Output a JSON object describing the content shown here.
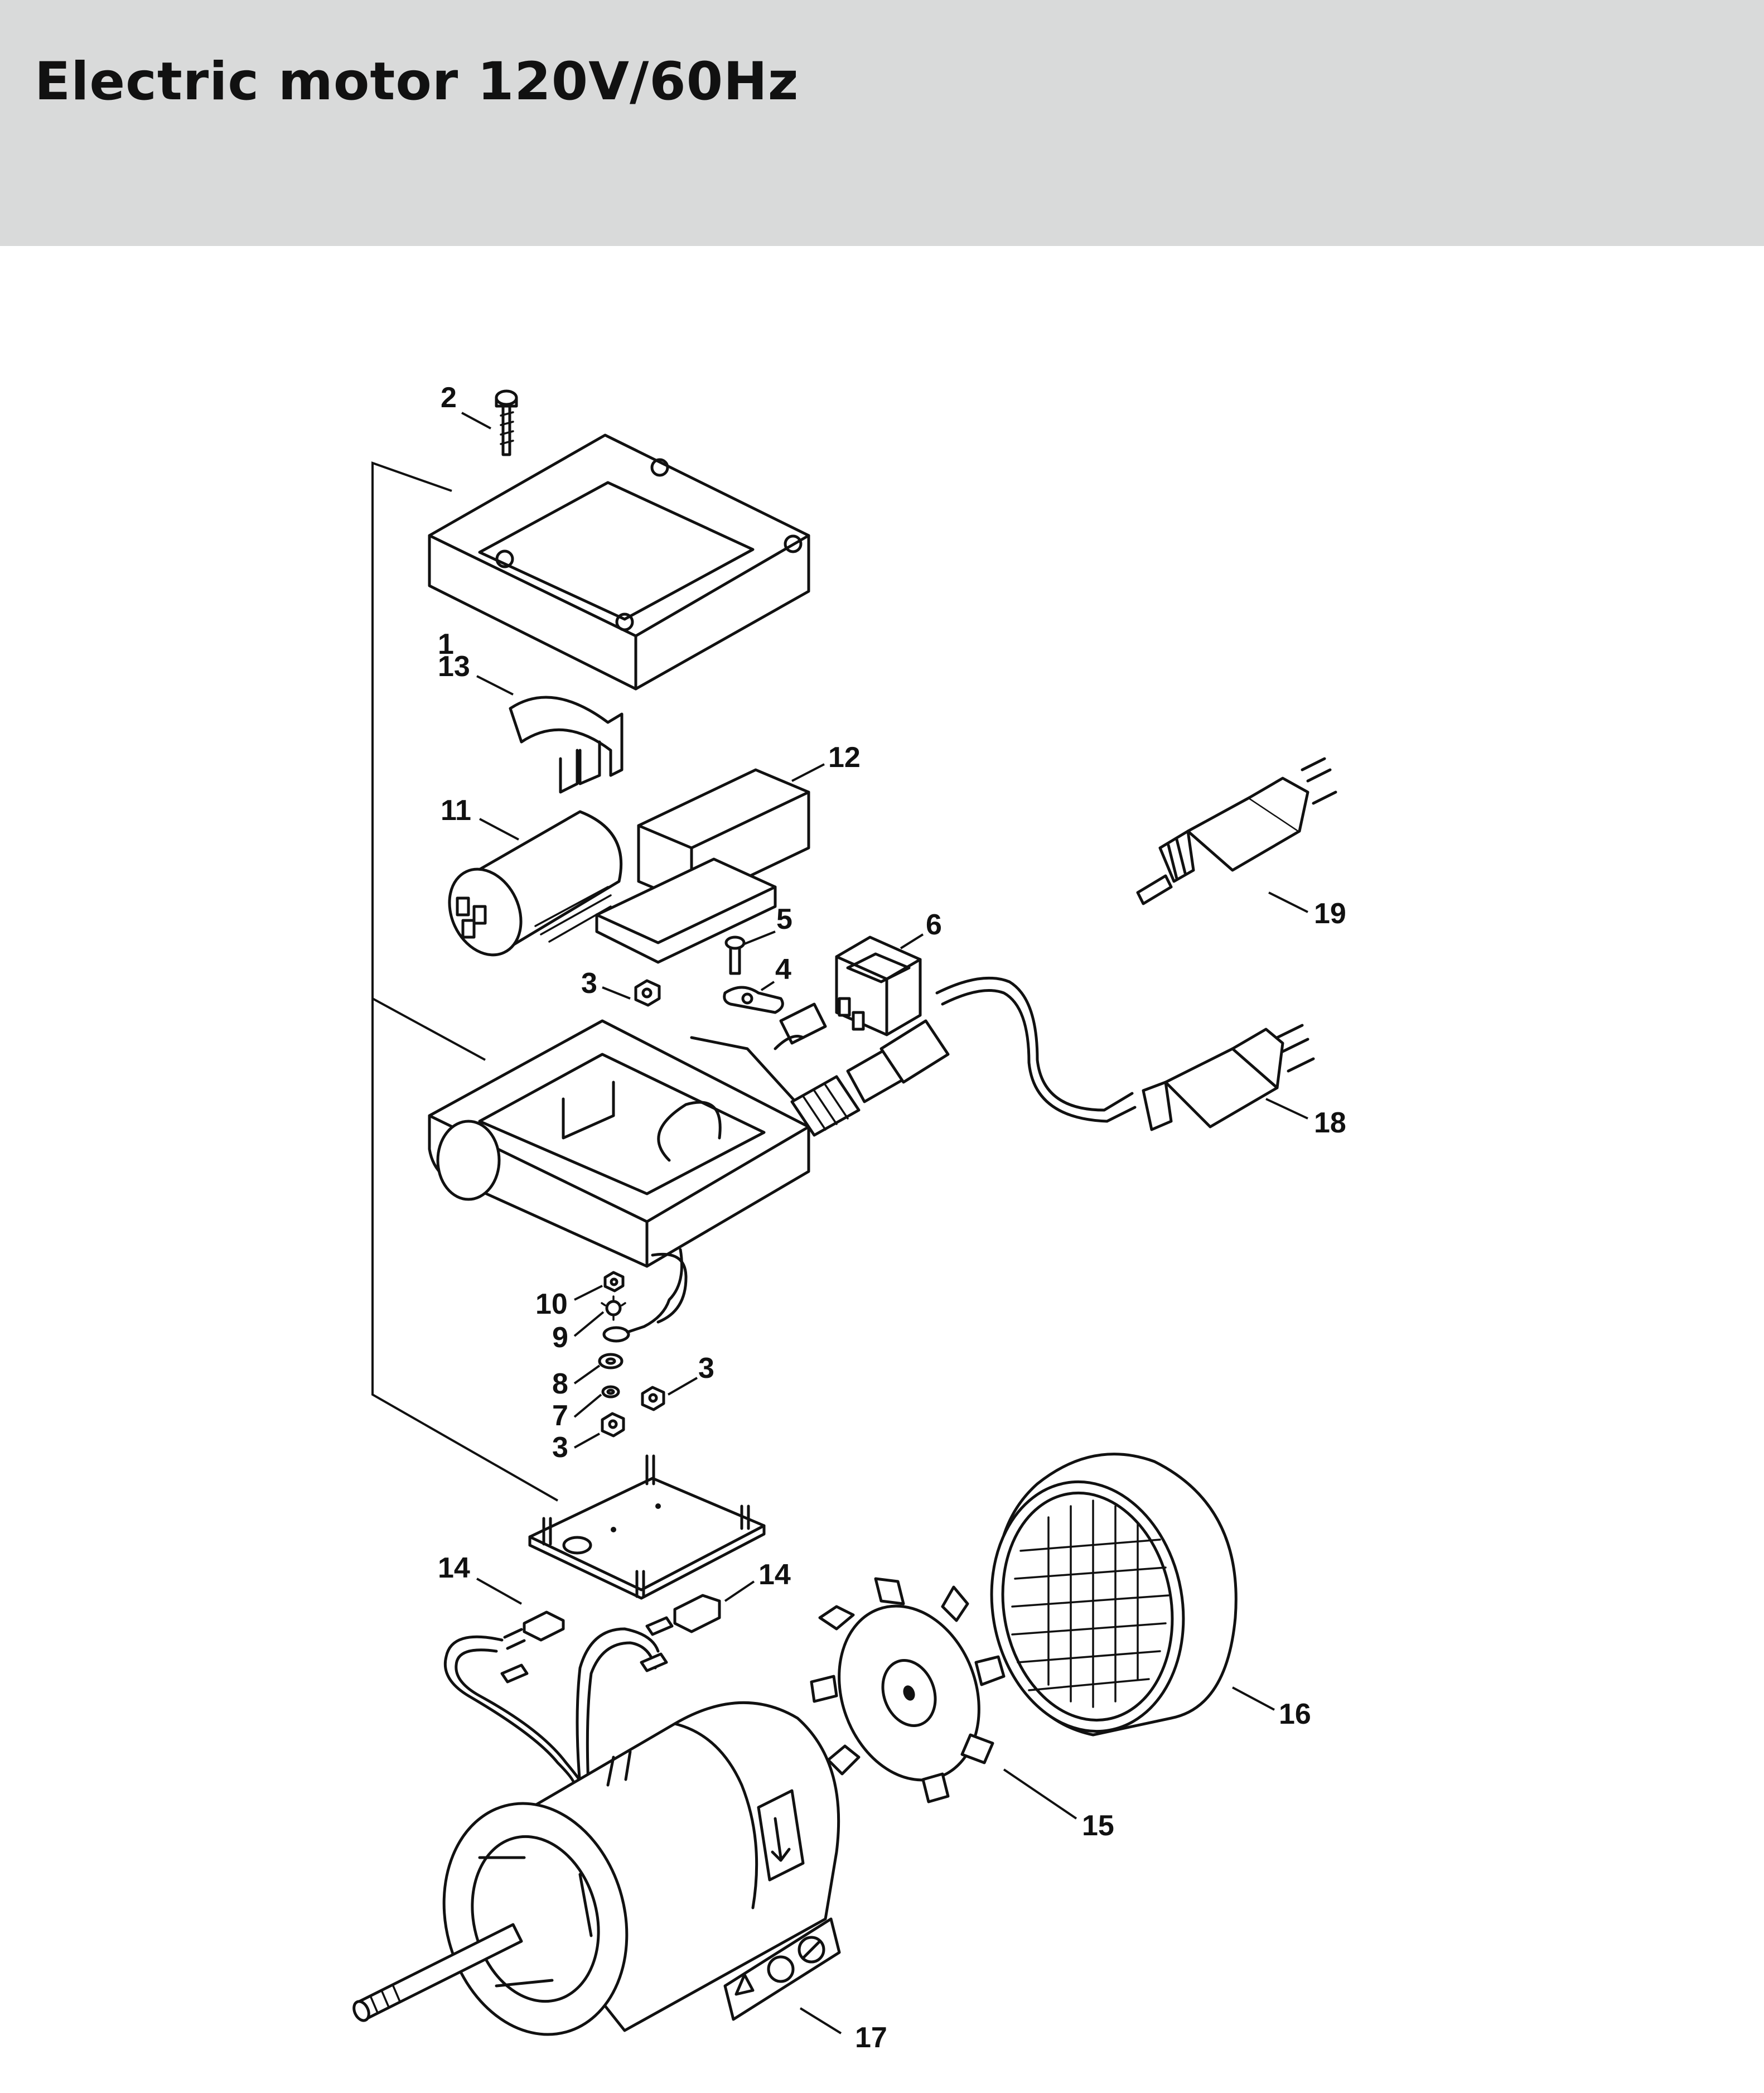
{
  "header": {
    "title": "Electric motor 120V/60Hz"
  },
  "diagram": {
    "callouts": [
      {
        "id": "c1",
        "label": "1"
      },
      {
        "id": "c2",
        "label": "2"
      },
      {
        "id": "c3a",
        "label": "3"
      },
      {
        "id": "c3b",
        "label": "3"
      },
      {
        "id": "c3c",
        "label": "3"
      },
      {
        "id": "c4",
        "label": "4"
      },
      {
        "id": "c5",
        "label": "5"
      },
      {
        "id": "c6",
        "label": "6"
      },
      {
        "id": "c7",
        "label": "7"
      },
      {
        "id": "c8",
        "label": "8"
      },
      {
        "id": "c9",
        "label": "9"
      },
      {
        "id": "c10",
        "label": "10"
      },
      {
        "id": "c11",
        "label": "11"
      },
      {
        "id": "c12",
        "label": "12"
      },
      {
        "id": "c13",
        "label": "13"
      },
      {
        "id": "c14a",
        "label": "14"
      },
      {
        "id": "c14b",
        "label": "14"
      },
      {
        "id": "c15",
        "label": "15"
      },
      {
        "id": "c16",
        "label": "16"
      },
      {
        "id": "c17",
        "label": "17"
      },
      {
        "id": "c18",
        "label": "18"
      },
      {
        "id": "c19",
        "label": "19"
      }
    ]
  }
}
